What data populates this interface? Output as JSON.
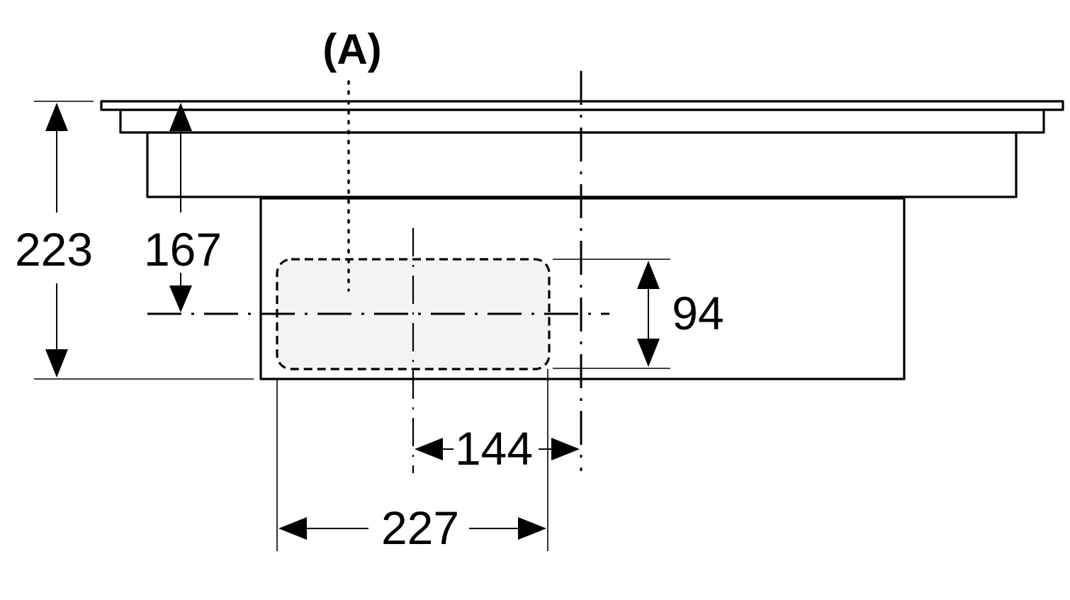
{
  "diagram": {
    "marker_label": "(A)",
    "dimensions": {
      "total_height": "223",
      "upper_height": "167",
      "opening_height": "94",
      "offset_width": "144",
      "opening_width": "227"
    }
  }
}
